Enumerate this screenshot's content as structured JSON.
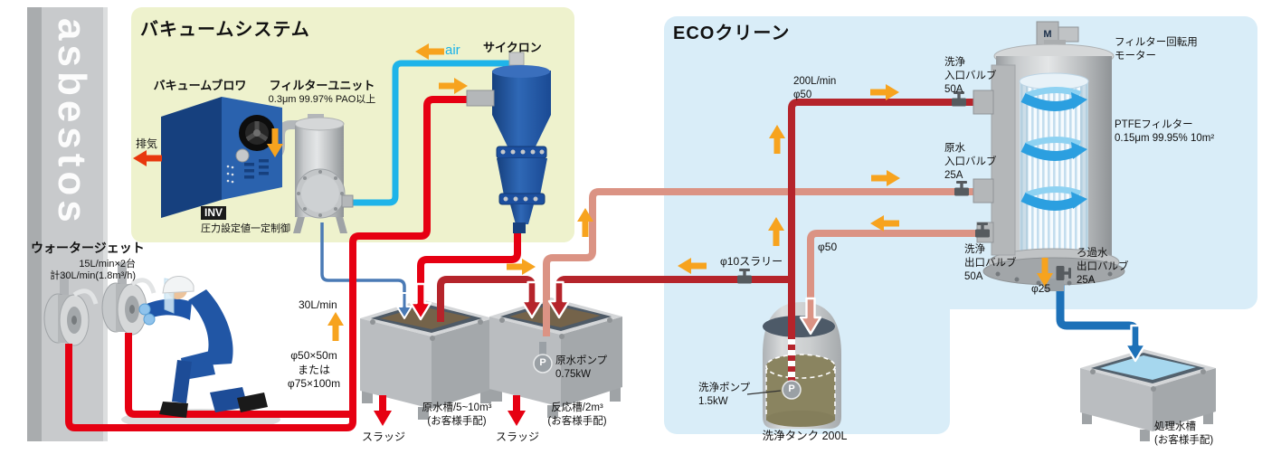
{
  "colors": {
    "bright_red": "#e60012",
    "dark_red": "#b5242b",
    "salmon": "#db9384",
    "cyan": "#1fb4e9",
    "filtrate_blue": "#1d71b8",
    "arrow_orange": "#f7a31e",
    "panel_green": "#eef2cd",
    "panel_blue": "#d9edf8"
  },
  "wall": {
    "label": "asbestos"
  },
  "vacuum": {
    "title": "バキュームシステム",
    "blower": "バキュームブロワ",
    "exhaust": "排気",
    "inv": "INV",
    "inv_note": "圧力設定値一定制御",
    "filter_unit": "フィルターユニット",
    "filter_unit_spec": "0.3μm 99.97% PAO以上",
    "air": "air",
    "cyclone": "サイクロン"
  },
  "waterjet": {
    "title": "ウォータージェット",
    "spec_units": "15L/min×2台",
    "spec_total": "計30L/min(1.8m³/h)"
  },
  "flows": {
    "drain": "30L/min",
    "hose_spec": "φ50×50m\nまたは\nφ75×100m",
    "feed": "200L/min\nφ50",
    "slurry_dia": "φ10スラリー",
    "wash_return_dia": "φ50",
    "filtrate_dia": "φ25"
  },
  "eco": {
    "title": "ECOクリーン",
    "wash_inlet_valve": "洗浄\n入口バルブ\n50A",
    "raw_inlet_valve": "原水\n入口バルブ\n25A",
    "wash_outlet_valve": "洗浄\n出口バルブ\n50A",
    "filtrate_outlet_valve": "ろ過水\n出口バルブ\n25A",
    "motor_label": "フィルター回転用\nモーター",
    "motor_symbol": "M",
    "ptfe_label": "PTFEフィルター\n0.15μm 99.95% 10m²"
  },
  "tanks": {
    "raw": "原水槽/5~10m³\n(お客様手配)",
    "reaction": "反応槽/2m³\n(お客様手配)",
    "treated": "処理水槽\n(お客様手配)",
    "wash": "洗浄タンク 200L"
  },
  "pumps": {
    "raw_label": "原水ポンプ\n0.75kW",
    "raw_symbol": "P",
    "wash_label": "洗浄ポンプ\n1.5kW",
    "wash_symbol": "P"
  },
  "sludge_label": "スラッジ"
}
